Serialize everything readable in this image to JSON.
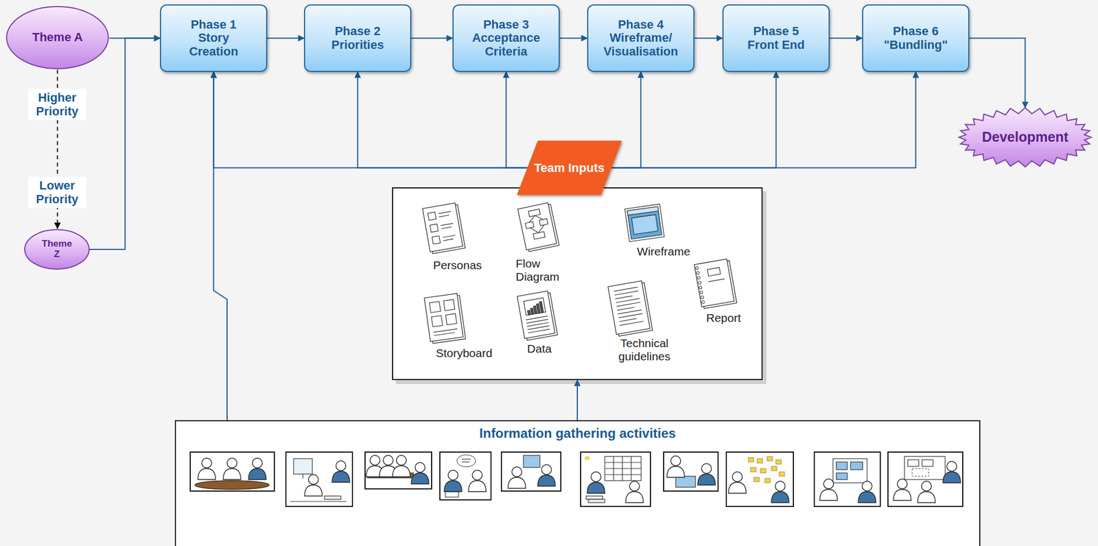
{
  "diagram": {
    "nodes": [
      {
        "text": [
          "Theme A"
        ]
      },
      {
        "text": [
          "Phase 1",
          "Story Creation"
        ]
      },
      {
        "text": [
          "Phase 2",
          "Priorities"
        ]
      },
      {
        "text": [
          "Phase 3",
          "Acceptance Criteria"
        ]
      },
      {
        "text": [
          "Phase 4",
          "Wireframe/ Visualisation"
        ]
      },
      {
        "text": [
          "Phase 5",
          "Front End"
        ]
      },
      {
        "text": [
          "Phase 6",
          "\"Bundling\""
        ]
      },
      {
        "text": [
          "Development"
        ]
      },
      {
        "text": [
          "Theme Z"
        ]
      },
      {
        "text": [
          "Team Inputs"
        ]
      },
      {
        "text": [
          "Personas"
        ],
        "in": 9
      },
      {
        "text": [
          "Flow Diagram"
        ],
        "in": 9
      },
      {
        "text": [
          "Wireframe"
        ],
        "in": 9
      },
      {
        "text": [
          "Report"
        ],
        "in": 9
      },
      {
        "text": [
          "Storyboard"
        ],
        "in": 9
      },
      {
        "text": [
          "Data"
        ],
        "in": 9
      },
      {
        "text": [
          "Technical guidelines"
        ],
        "in": 9
      },
      {
        "text": [
          "Information gathering activities"
        ]
      }
    ],
    "edges": [
      {
        "from": 0,
        "to": 1,
        "arrow": "to"
      },
      {
        "from": 8,
        "to": 1,
        "arrow": "to"
      },
      {
        "from": 0,
        "to": 8,
        "arrow": "to"
      },
      {
        "from": 1,
        "to": 2,
        "arrow": "to"
      },
      {
        "from": 2,
        "to": 3,
        "arrow": "to"
      },
      {
        "from": 3,
        "to": 4,
        "arrow": "to"
      },
      {
        "from": 4,
        "to": 5,
        "arrow": "to"
      },
      {
        "from": 5,
        "to": 6,
        "arrow": "to"
      },
      {
        "from": 6,
        "to": 7,
        "arrow": "to"
      },
      {
        "from": 9,
        "to": 1,
        "arrow": "to"
      },
      {
        "from": 9,
        "to": 2,
        "arrow": "to"
      },
      {
        "from": 9,
        "to": 3,
        "arrow": "to"
      },
      {
        "from": 9,
        "to": 4,
        "arrow": "to"
      },
      {
        "from": 9,
        "to": 5,
        "arrow": "to"
      },
      {
        "from": 9,
        "to": 6,
        "arrow": "to"
      },
      {
        "from": 17,
        "to": 1,
        "arrow": "to"
      },
      {
        "from": 17,
        "to": 9,
        "arrow": "to"
      }
    ],
    "labels": [
      "Higher Priority",
      "Lower Priority"
    ]
  }
}
